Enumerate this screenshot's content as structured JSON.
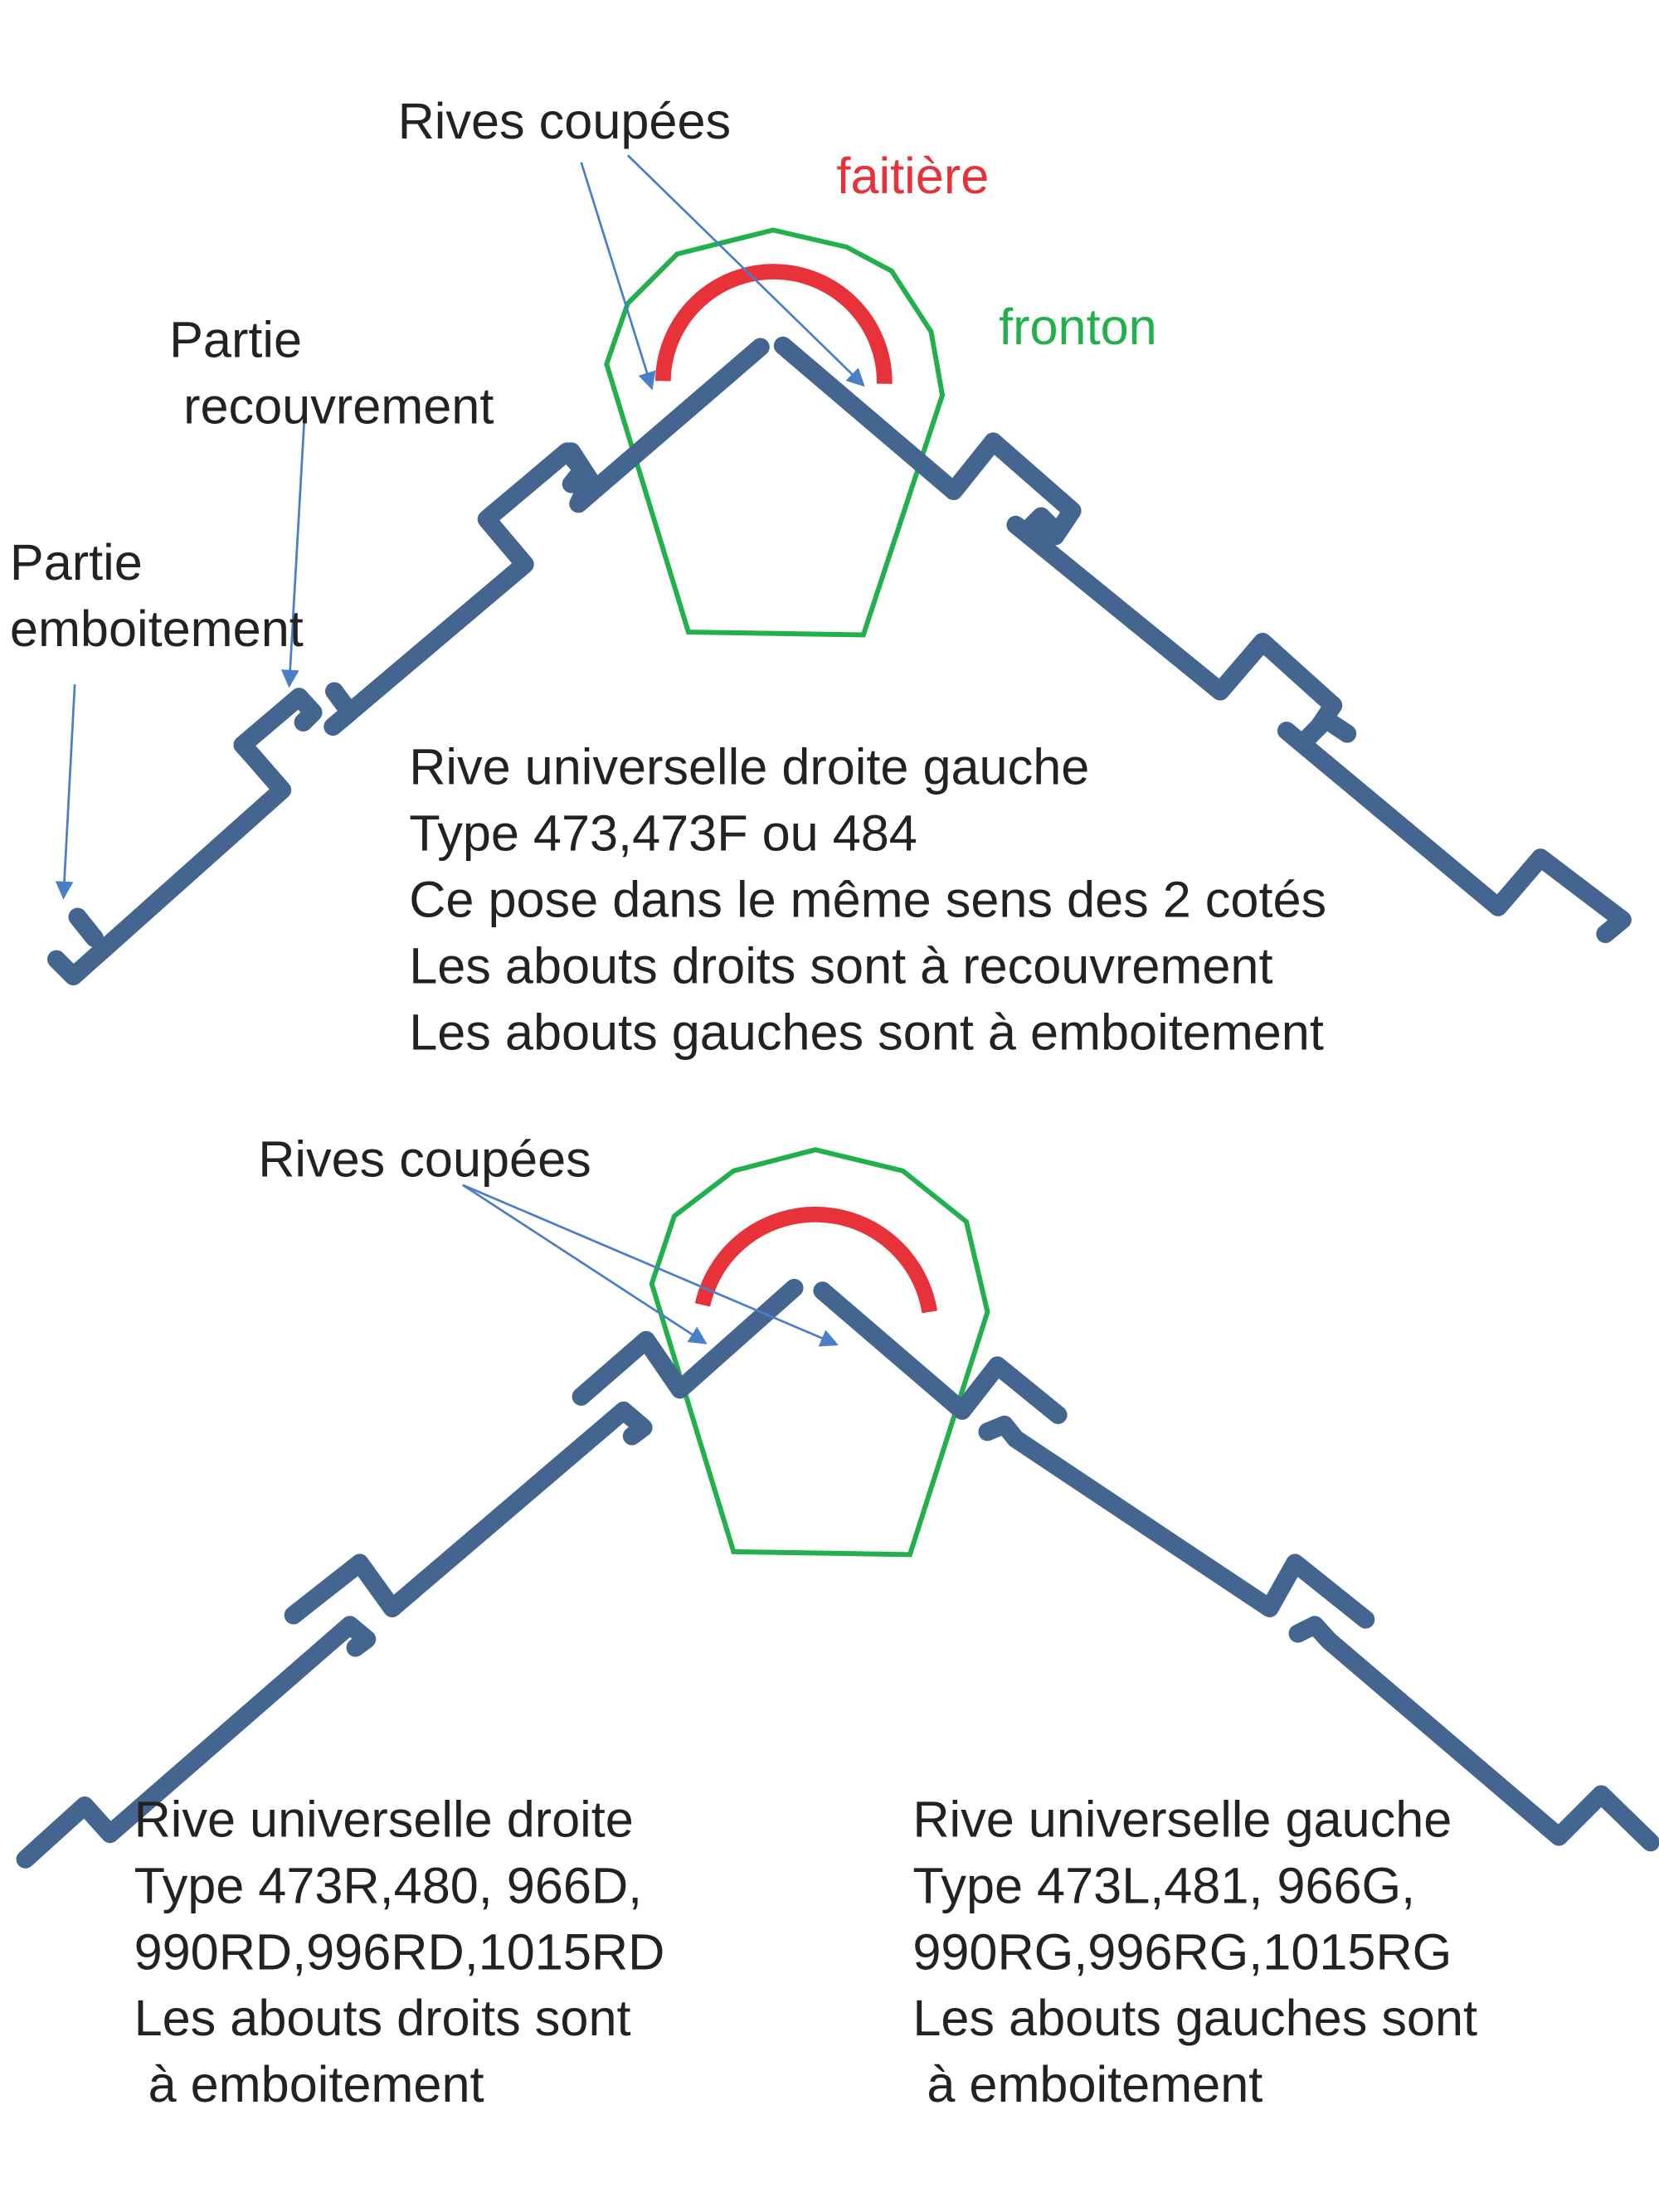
{
  "colors": {
    "tile": "#456591",
    "faitiere": "#e8323a",
    "fronton": "#22b04c",
    "arrow": "#4a7fc8",
    "text": "#222222"
  },
  "top": {
    "rives_coupees": "Rives coupées",
    "faitiere": "faitière",
    "fronton": "fronton",
    "partie_recouvrement": [
      "Partie",
      "recouvrement"
    ],
    "partie_emboitement": [
      "Partie",
      "emboitement"
    ],
    "description": [
      "Rive universelle droite gauche",
      "Type 473,473F ou 484",
      "Ce pose dans le même sens des 2 cotés",
      "Les abouts droits sont à recouvrement",
      "Les abouts gauches sont à emboitement"
    ]
  },
  "bottom": {
    "rives_coupees": "Rives coupées",
    "left_description": [
      "Rive universelle droite",
      "Type 473R,480, 966D,",
      "990RD,996RD,1015RD",
      "Les abouts droits sont",
      " à emboitement"
    ],
    "right_description": [
      "Rive universelle gauche",
      "Type 473L,481, 966G,",
      "990RG,996RG,1015RG",
      "Les abouts gauches sont",
      " à emboitement"
    ]
  }
}
